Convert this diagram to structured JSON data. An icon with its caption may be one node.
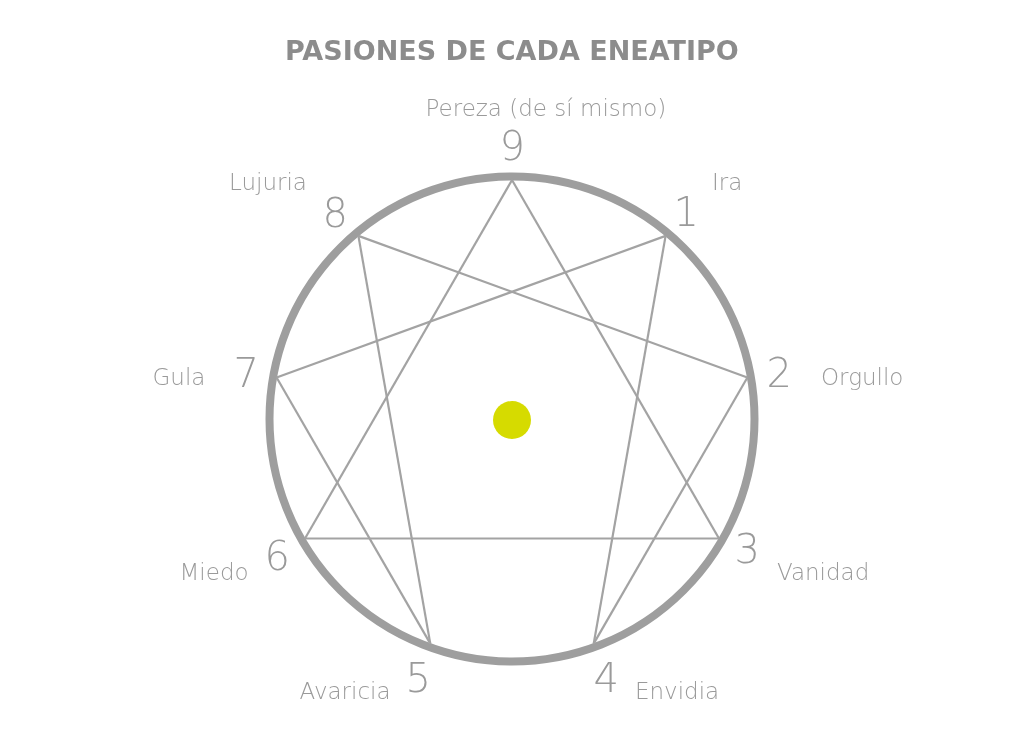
{
  "diagram": {
    "title": "PASIONES DE CADA ENEATIPO",
    "nodes": [
      {
        "text": [
          "9"
        ],
        "beside": [
          "Pereza (de sí mismo)"
        ]
      },
      {
        "text": [
          "1"
        ],
        "beside": [
          "Ira"
        ]
      },
      {
        "text": [
          "2"
        ],
        "beside": [
          "Orgullo"
        ]
      },
      {
        "text": [
          "3"
        ],
        "beside": [
          "Vanidad"
        ]
      },
      {
        "text": [
          "4"
        ],
        "beside": [
          "Envidia"
        ]
      },
      {
        "text": [
          "5"
        ],
        "beside": [
          "Avaricia"
        ]
      },
      {
        "text": [
          "6"
        ],
        "beside": [
          "Miedo"
        ]
      },
      {
        "text": [
          "7"
        ],
        "beside": [
          "Gula"
        ]
      },
      {
        "text": [
          "8"
        ],
        "beside": [
          "Lujuria"
        ]
      }
    ],
    "edges": [
      {
        "from": 0,
        "to": 3,
        "arrow": "none"
      },
      {
        "from": 3,
        "to": 6,
        "arrow": "none"
      },
      {
        "from": 6,
        "to": 0,
        "arrow": "none"
      },
      {
        "from": 1,
        "to": 4,
        "arrow": "none"
      },
      {
        "from": 4,
        "to": 2,
        "arrow": "none"
      },
      {
        "from": 2,
        "to": 8,
        "arrow": "none"
      },
      {
        "from": 8,
        "to": 5,
        "arrow": "none"
      },
      {
        "from": 5,
        "to": 7,
        "arrow": "none"
      },
      {
        "from": 7,
        "to": 1,
        "arrow": "none"
      }
    ]
  }
}
